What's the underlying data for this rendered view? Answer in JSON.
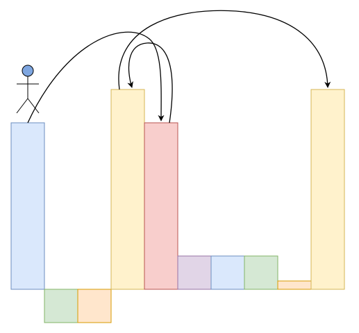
{
  "diagram": {
    "colors": {
      "blue_fill": "#dae8fc",
      "blue_stroke": "#6c8ebf",
      "yellow_fill": "#fff2cc",
      "yellow_stroke": "#d6b656",
      "red_fill": "#f8cecc",
      "red_stroke": "#b85450",
      "green_fill": "#d5e8d4",
      "green_stroke": "#82b366",
      "orange_fill": "#ffe6cc",
      "orange_stroke": "#d79b00",
      "purple_fill": "#e1d5e7",
      "purple_stroke": "#9673a6",
      "actor_head_fill": "#7ea6e0",
      "actor_stroke": "#000000",
      "arrow_stroke": "#000000"
    },
    "actor": {
      "icon": "stick-figure-icon"
    },
    "arrows": [
      {
        "from": "stick-figure",
        "to": "red-pillar"
      },
      {
        "from": "yellow-pillar-left",
        "to": "yellow-pillar-right"
      },
      {
        "from": "red-pillar",
        "to": "yellow-pillar-left"
      }
    ]
  }
}
